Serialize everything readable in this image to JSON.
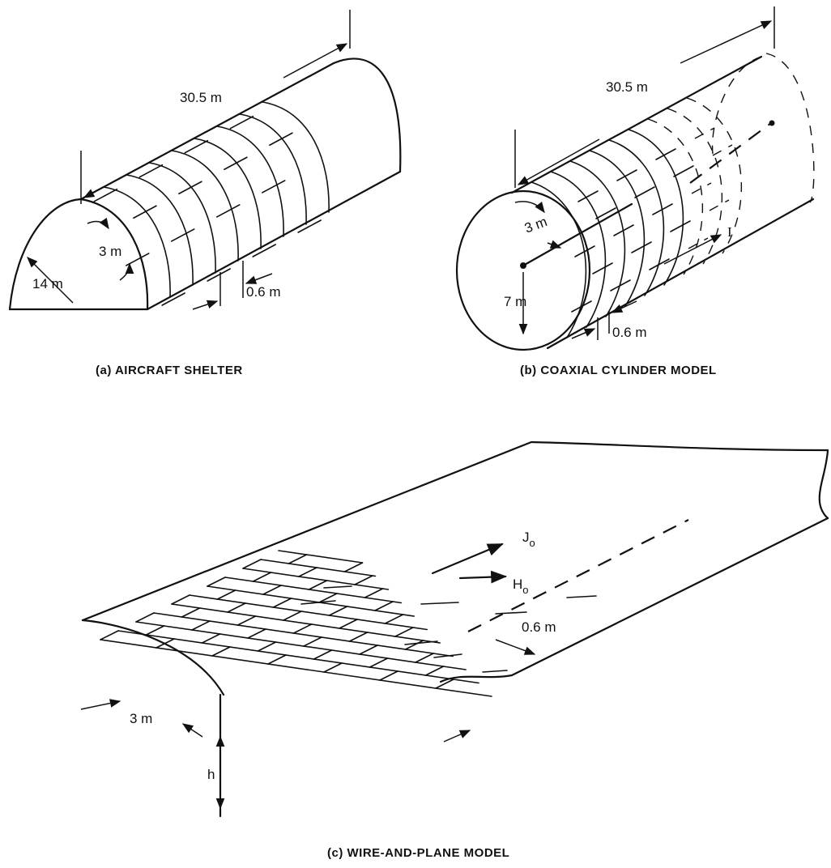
{
  "panels": {
    "a": {
      "caption": "(a)  AIRCRAFT SHELTER",
      "length": "30.5 m",
      "radius": "14 m",
      "brick_length": "3 m",
      "brick_width": "0.6 m"
    },
    "b": {
      "caption": "(b)  COAXIAL CYLINDER MODEL",
      "length": "30.5 m",
      "brick_length": "3 m",
      "radius": "7 m",
      "brick_width": "0.6 m",
      "current": "I"
    },
    "c": {
      "caption": "(c)  WIRE-AND-PLANE MODEL",
      "current_density": "J",
      "current_density_sub": "o",
      "field": "H",
      "field_sub": "o",
      "brick_width": "0.6 m",
      "brick_length": "3 m",
      "height": "h"
    }
  },
  "colors": {
    "ink": "#111111",
    "paper": "#ffffff"
  }
}
